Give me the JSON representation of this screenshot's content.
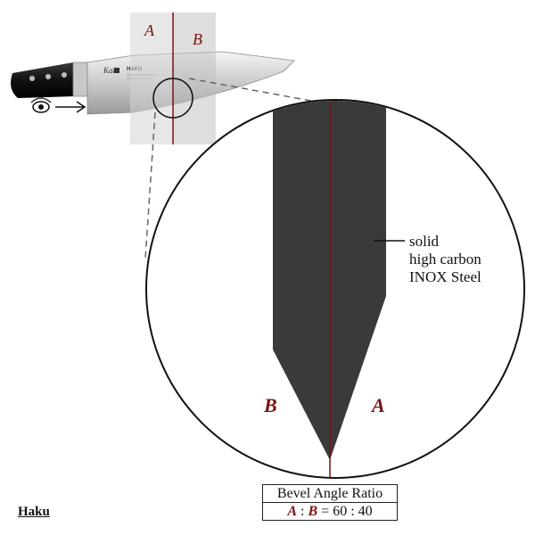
{
  "plane_labels": {
    "left": "A",
    "right": "B"
  },
  "knife": {
    "brand_mark": "HAKU",
    "logo_text": "Kai"
  },
  "cross_section": {
    "label_left": "B",
    "label_right": "A",
    "material_lines": [
      "solid",
      "high carbon",
      "INOX Steel"
    ]
  },
  "ratio_box": {
    "title": "Bevel Angle Ratio",
    "a": "A",
    "separator": ":",
    "b": "B",
    "equals": "=",
    "value": "60 : 40"
  },
  "brand": "Haku",
  "colors": {
    "steel": "#3a3a3a",
    "center_line": "#7a1212",
    "label": "#7a1212",
    "plane": "#dcdcdc"
  }
}
